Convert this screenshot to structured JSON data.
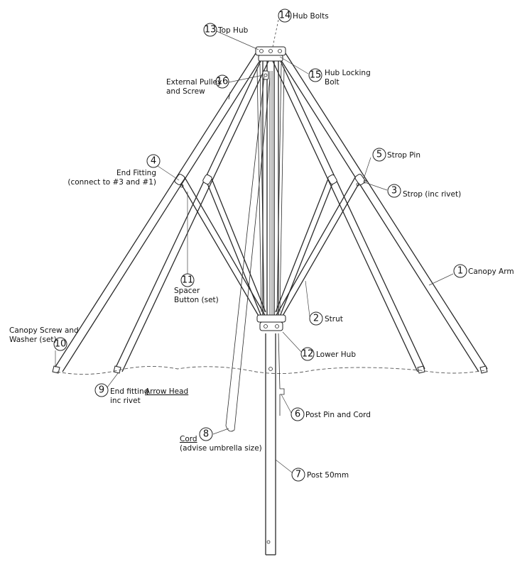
{
  "callouts": [
    {
      "num": "1",
      "lines": [
        "Canopy Arm"
      ]
    },
    {
      "num": "2",
      "lines": [
        "Strut"
      ]
    },
    {
      "num": "3",
      "lines": [
        "Strop (inc rivet)"
      ]
    },
    {
      "num": "4",
      "lines": [
        "End Fitting",
        "(connect to #3 and #1)"
      ]
    },
    {
      "num": "5",
      "lines": [
        "Strop Pin"
      ]
    },
    {
      "num": "6",
      "lines": [
        "Post Pin and Cord"
      ]
    },
    {
      "num": "7",
      "lines": [
        "Post 50mm"
      ]
    },
    {
      "num": "8",
      "lines": [
        "Cord",
        "(advise umbrella size)"
      ]
    },
    {
      "num": "9",
      "lines": [
        "End fitting",
        "Arrow Head",
        "inc rivet"
      ]
    },
    {
      "num": "10",
      "lines": [
        "Canopy Screw and",
        "Washer (set)"
      ]
    },
    {
      "num": "11",
      "lines": [
        "Spacer",
        "Button (set)"
      ]
    },
    {
      "num": "12",
      "lines": [
        "Lower Hub"
      ]
    },
    {
      "num": "13",
      "lines": [
        "Top Hub"
      ]
    },
    {
      "num": "14",
      "lines": [
        "Hub Bolts"
      ]
    },
    {
      "num": "15",
      "lines": [
        "Hub Locking",
        "Bolt"
      ]
    },
    {
      "num": "16",
      "lines": [
        "External Pulley",
        "and Screw"
      ]
    }
  ]
}
